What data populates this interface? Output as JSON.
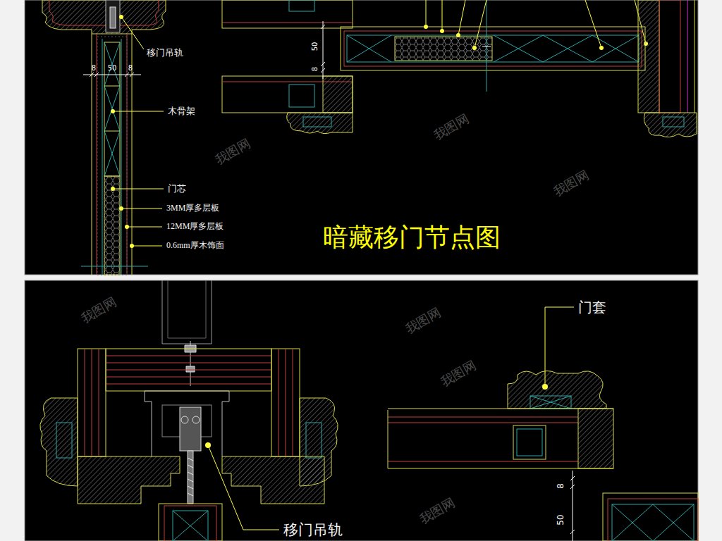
{
  "diagram": {
    "title": "暗藏移门节点图",
    "labels": [
      "移门吊轨",
      "木骨架",
      "门芯",
      "3MM厚多层板",
      "12MM厚多层板",
      "0.6mm厚木饰面",
      "8",
      "50",
      "8",
      "50",
      "8",
      "门套",
      "移门吊轨",
      "8",
      "50",
      "我图网",
      "我图网",
      "我图网",
      "我图网",
      "我图网",
      "我图网",
      "我图网"
    ]
  }
}
